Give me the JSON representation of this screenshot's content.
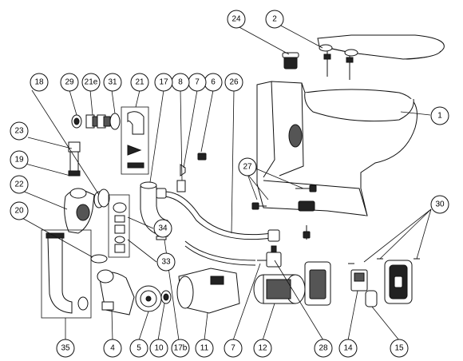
{
  "callouts": [
    {
      "id": "1",
      "label": "1"
    },
    {
      "id": "2",
      "label": "2"
    },
    {
      "id": "4",
      "label": "4"
    },
    {
      "id": "5",
      "label": "5"
    },
    {
      "id": "6",
      "label": "6"
    },
    {
      "id": "7a",
      "label": "7"
    },
    {
      "id": "7b",
      "label": "7"
    },
    {
      "id": "8",
      "label": "8"
    },
    {
      "id": "10",
      "label": "10"
    },
    {
      "id": "11",
      "label": "11"
    },
    {
      "id": "12",
      "label": "12"
    },
    {
      "id": "14",
      "label": "14"
    },
    {
      "id": "15",
      "label": "15"
    },
    {
      "id": "17",
      "label": "17"
    },
    {
      "id": "17b",
      "label": "17b"
    },
    {
      "id": "18",
      "label": "18"
    },
    {
      "id": "19",
      "label": "19"
    },
    {
      "id": "20",
      "label": "20"
    },
    {
      "id": "21",
      "label": "21"
    },
    {
      "id": "21e",
      "label": "21e"
    },
    {
      "id": "22",
      "label": "22"
    },
    {
      "id": "23",
      "label": "23"
    },
    {
      "id": "24",
      "label": "24"
    },
    {
      "id": "26",
      "label": "26"
    },
    {
      "id": "27",
      "label": "27"
    },
    {
      "id": "28",
      "label": "28"
    },
    {
      "id": "29",
      "label": "29"
    },
    {
      "id": "30",
      "label": "30"
    },
    {
      "id": "31",
      "label": "31"
    },
    {
      "id": "33",
      "label": "33"
    },
    {
      "id": "34",
      "label": "34"
    },
    {
      "id": "35",
      "label": "35"
    }
  ]
}
